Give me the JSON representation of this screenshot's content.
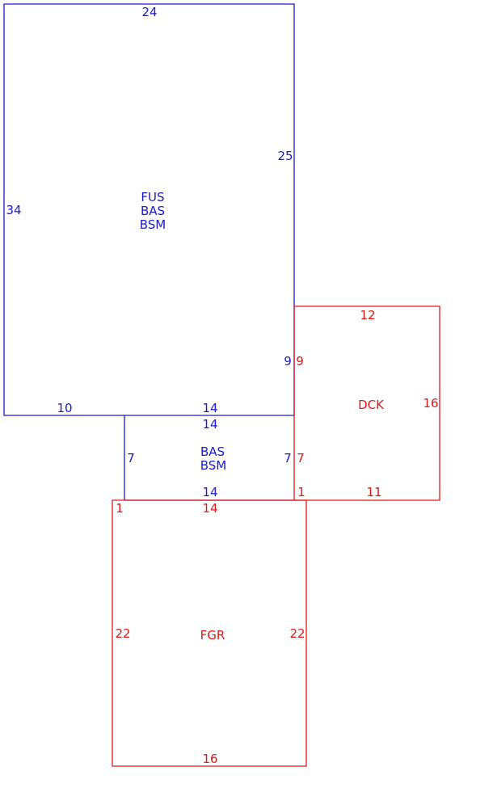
{
  "colors": {
    "living": "#1a1acc",
    "other": "#e01818"
  },
  "areas": {
    "main": {
      "lines": [
        "FUS",
        "BAS",
        "BSM"
      ]
    },
    "annex": {
      "lines": [
        "BAS",
        "BSM"
      ]
    },
    "deck": {
      "lines": [
        "DCK"
      ]
    },
    "garage": {
      "lines": [
        "FGR"
      ]
    }
  },
  "dimensions": {
    "main_top": "24",
    "main_left": "34",
    "main_right_upper": "25",
    "main_right_lower": "9",
    "main_bottom_left": "10",
    "main_bottom_right": "14",
    "annex_top": "14",
    "annex_left": "7",
    "annex_right": "7",
    "annex_bottom": "14",
    "deck_top": "12",
    "deck_left": "9",
    "deck_right": "16",
    "deck_left_lower": "7",
    "deck_step": "1",
    "deck_bottom": "11",
    "garage_step": "1",
    "garage_top": "14",
    "garage_left": "22",
    "garage_right": "22",
    "garage_bottom": "16"
  }
}
